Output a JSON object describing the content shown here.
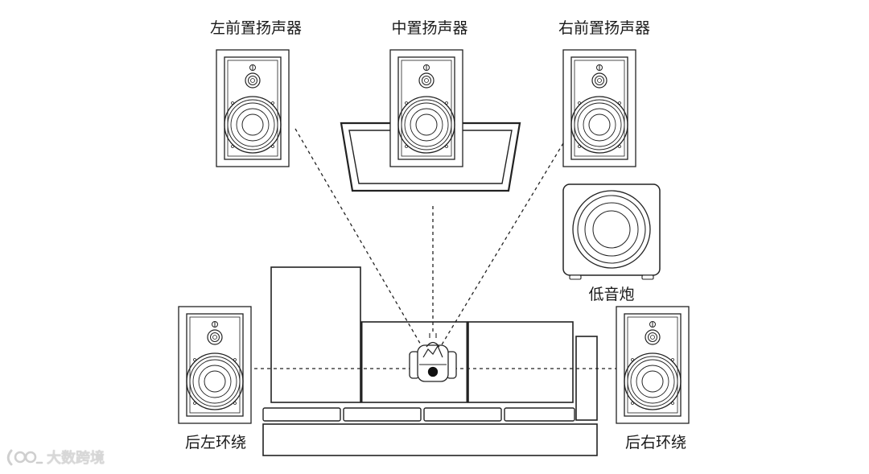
{
  "labels": {
    "front_left": "左前置扬声器",
    "center": "中置扬声器",
    "front_right": "右前置扬声器",
    "subwoofer": "低音炮",
    "rear_left": "后左环绕",
    "rear_right": "后右环绕"
  },
  "watermark": {
    "text": "大数跨境"
  },
  "colors": {
    "line": "#1a1a1a",
    "fill": "#ffffff",
    "watermark": "#d8d8d8"
  }
}
